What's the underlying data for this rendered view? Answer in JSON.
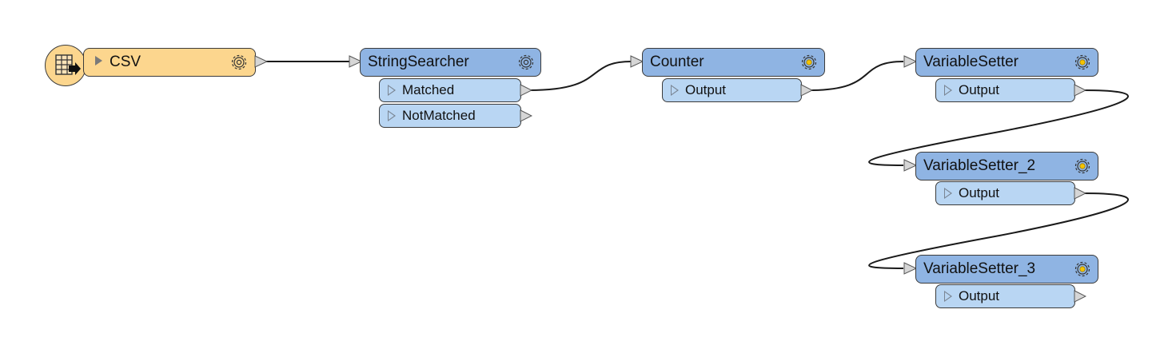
{
  "reader": {
    "title": "CSV",
    "icon": "csv-table-reader-icon",
    "fill": "#fcd68e"
  },
  "transformers": [
    {
      "id": "stringsearcher",
      "title": "StringSearcher",
      "gear": "settings-gear-icon",
      "ports": [
        "Matched",
        "NotMatched"
      ]
    },
    {
      "id": "counter",
      "title": "Counter",
      "gear": "settings-gear-active-icon",
      "ports": [
        "Output"
      ]
    },
    {
      "id": "variablesetter",
      "title": "VariableSetter",
      "gear": "settings-gear-active-icon",
      "ports": [
        "Output"
      ]
    },
    {
      "id": "variablesetter2",
      "title": "VariableSetter_2",
      "gear": "settings-gear-active-icon",
      "ports": [
        "Output"
      ]
    },
    {
      "id": "variablesetter3",
      "title": "VariableSetter_3",
      "gear": "settings-gear-active-icon",
      "ports": [
        "Output"
      ]
    }
  ],
  "colors": {
    "header": "#8fb4e3",
    "port": "#b9d6f3",
    "reader": "#fcd68e",
    "border": "#3b3b3b",
    "gear_active": "#f5c400"
  }
}
